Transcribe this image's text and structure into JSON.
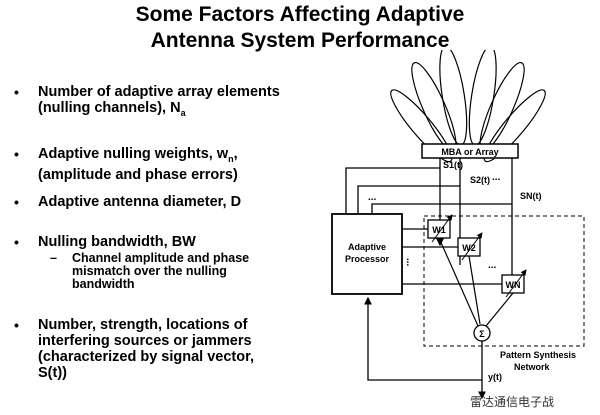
{
  "slide": {
    "title_line1": "Some Factors Affecting Adaptive",
    "title_line2": "Antenna System Performance"
  },
  "bullets": [
    {
      "lines": [
        "Number of adaptive array elements",
        "(nulling channels), N"
      ],
      "subscript": "a"
    },
    {
      "lines": [
        "Adaptive nulling weights, w",
        "(amplitude and phase errors)"
      ],
      "subscript": "n"
    },
    {
      "lines": [
        "Adaptive antenna diameter, D"
      ]
    },
    {
      "lines": [
        "Nulling bandwidth, BW"
      ],
      "sub_item": [
        "Channel amplitude and phase",
        "mismatch over the nulling",
        "bandwidth"
      ]
    },
    {
      "lines": [
        "Number, strength, locations of",
        "interfering sources or jammers",
        "(characterized by signal vector,",
        "S(t))"
      ]
    }
  ],
  "diagram": {
    "mba_label": "MBA or Array",
    "s1": "S1(t)",
    "s2": "S2(t)",
    "sn": "SN(t)",
    "adaptive_processor_line1": "Adaptive",
    "adaptive_processor_line2": "Processor",
    "w1": "W1",
    "w2": "W2",
    "wn": "WN",
    "sum_symbol": "Σ",
    "pattern_synthesis_line1": "Pattern Synthesis",
    "pattern_synthesis_line2": "Network",
    "output": "y(t)",
    "dots": "..."
  },
  "watermark": "雷达通信电子战"
}
